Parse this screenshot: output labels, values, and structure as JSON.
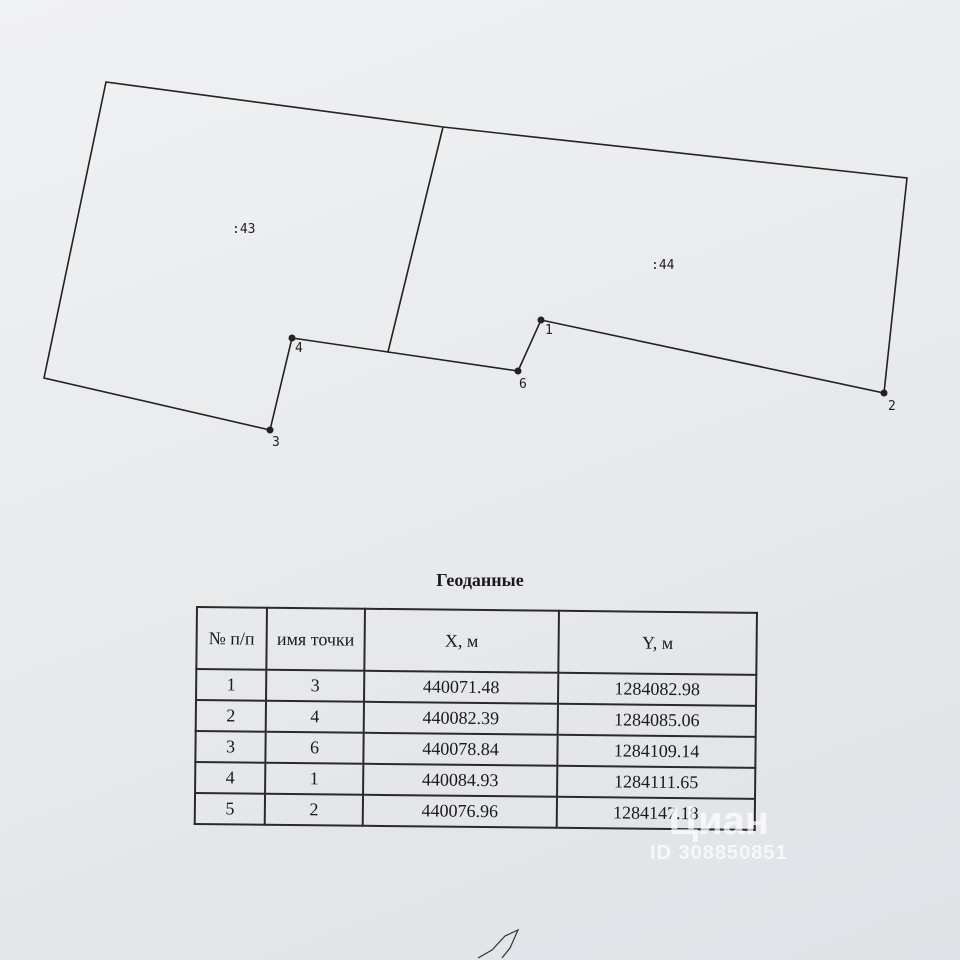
{
  "plan": {
    "parcels": [
      {
        "label": ":43"
      },
      {
        "label": ":44"
      }
    ],
    "points": [
      {
        "name": "1"
      },
      {
        "name": "2"
      },
      {
        "name": "3"
      },
      {
        "name": "4"
      },
      {
        "name": "6"
      }
    ]
  },
  "table": {
    "title": "Геоданные",
    "headers": [
      "№ п/п",
      "имя точки",
      "X, м",
      "Y, м"
    ],
    "rows": [
      [
        "1",
        "3",
        "440071.48",
        "1284082.98"
      ],
      [
        "2",
        "4",
        "440082.39",
        "1284085.06"
      ],
      [
        "3",
        "6",
        "440078.84",
        "1284109.14"
      ],
      [
        "4",
        "1",
        "440084.93",
        "1284111.65"
      ],
      [
        "5",
        "2",
        "440076.96",
        "1284147.18"
      ]
    ]
  },
  "watermark": {
    "brand": "Циан",
    "id": "ID 308850851"
  },
  "colors": {
    "line": "#222222",
    "paper": "#eceef1"
  }
}
